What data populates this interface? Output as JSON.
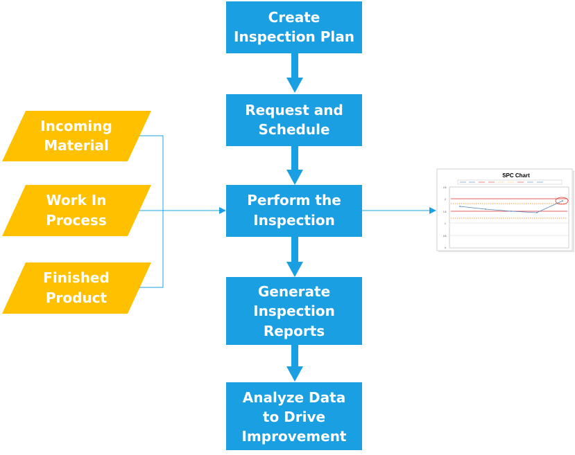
{
  "colors": {
    "process_box": "#1a9fe3",
    "input_parallelogram": "#ffc000",
    "arrow": "#1a9fe3",
    "text": "#ffffff",
    "spc_limit_line": "#e03030",
    "spc_spec_line": "#f0a040",
    "spc_data_line": "#4f81bd"
  },
  "process_steps": [
    {
      "line1": "Create",
      "line2": "Inspection Plan",
      "line3": ""
    },
    {
      "line1": "Request and",
      "line2": "Schedule",
      "line3": ""
    },
    {
      "line1": "Perform the",
      "line2": "Inspection",
      "line3": ""
    },
    {
      "line1": "Generate",
      "line2": "Inspection",
      "line3": "Reports"
    },
    {
      "line1": "Analyze Data",
      "line2": "to Drive",
      "line3": "Improvement"
    }
  ],
  "inputs": [
    {
      "line1": "Incoming",
      "line2": "Material"
    },
    {
      "line1": "Work In",
      "line2": "Process"
    },
    {
      "line1": "Finished",
      "line2": "Product"
    }
  ],
  "spc_chart": {
    "title": "SPC Chart",
    "y_ticks": [
      "2.5",
      "2",
      "1.5",
      "1",
      "0.5",
      "0"
    ]
  }
}
